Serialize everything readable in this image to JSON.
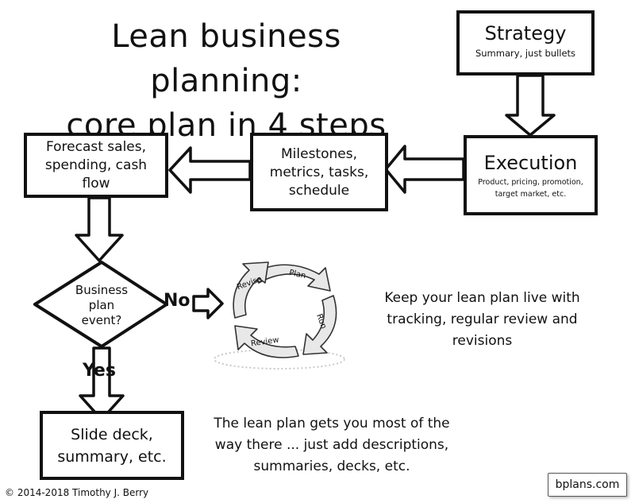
{
  "title": {
    "line1": "Lean business planning:",
    "line2": "core plan in 4 steps"
  },
  "nodes": {
    "strategy": {
      "title": "Strategy",
      "subtitle": "Summary, just bullets"
    },
    "execution": {
      "title": "Execution",
      "subtitle_line1": "Product, pricing, promotion,",
      "subtitle_line2": "target market, etc."
    },
    "milestones": {
      "line1": "Milestones,",
      "line2": "metrics, tasks,",
      "line3": "schedule"
    },
    "forecast": {
      "line1": "Forecast sales,",
      "line2": "spending, cash",
      "line3": "flow"
    },
    "decision": {
      "line1": "Business",
      "line2": "plan",
      "line3": "event?"
    },
    "slidedeck": {
      "line1": "Slide deck,",
      "line2": "summary, etc."
    }
  },
  "edges": {
    "no_label": "No",
    "yes_label": "Yes"
  },
  "cycle": {
    "plan": "Plan",
    "run": "Run",
    "review": "Review",
    "revise": "Revise"
  },
  "notes": {
    "live": [
      "Keep your lean plan live with",
      "tracking, regular review and",
      "revisions"
    ],
    "most": [
      "The lean plan gets you most of the",
      "way there ... just add descriptions,",
      "summaries, decks, etc."
    ]
  },
  "footer": {
    "copyright": "© 2014-2018 Timothy J. Berry",
    "brand": "bplans.com"
  },
  "colors": {
    "ink": "#111111",
    "shadow": "#bbbbbb"
  }
}
